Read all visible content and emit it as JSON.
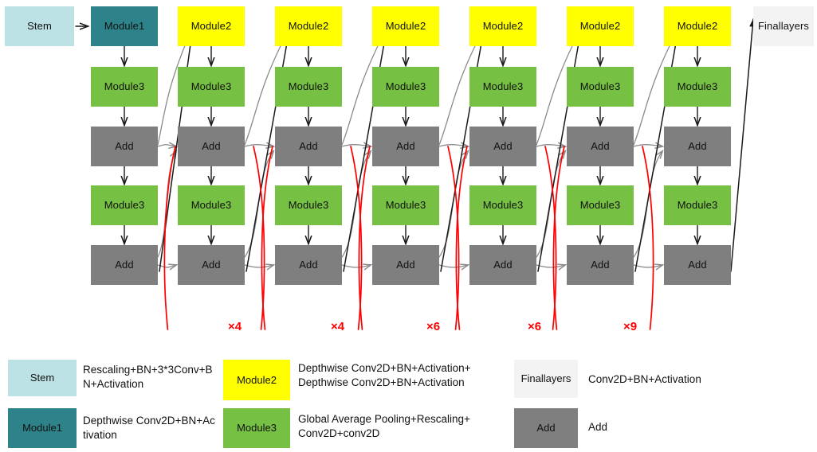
{
  "diagram": {
    "title": "Neural network architecture block diagram",
    "colors": {
      "stem": "#bce2e5",
      "module1": "#2e8289",
      "module2": "#ffff00",
      "module3": "#76c043",
      "add": "#7f7f7f",
      "final": "#f3f3f3",
      "repeat_marker": "#ff0000",
      "arrow_black": "#1a1a1a",
      "arrow_gray": "#808080"
    },
    "entry": {
      "label": "Stem"
    },
    "exit": {
      "label": "Final\nlayers",
      "line1": "Final",
      "line2": "layers"
    },
    "row_labels": {
      "module3": "Module3",
      "add": "Add"
    },
    "columns": [
      {
        "head": "Module1",
        "head_type": "module1",
        "rows": [
          "Module3",
          "Add",
          "Module3",
          "Add"
        ]
      },
      {
        "head": "Module2",
        "head_type": "module2",
        "rows": [
          "Module3",
          "Add",
          "Module3",
          "Add"
        ]
      },
      {
        "head": "Module2",
        "head_type": "module2",
        "rows": [
          "Module3",
          "Add",
          "Module3",
          "Add"
        ]
      },
      {
        "head": "Module2",
        "head_type": "module2",
        "rows": [
          "Module3",
          "Add",
          "Module3",
          "Add"
        ]
      },
      {
        "head": "Module2",
        "head_type": "module2",
        "rows": [
          "Module3",
          "Add",
          "Module3",
          "Add"
        ]
      },
      {
        "head": "Module2",
        "head_type": "module2",
        "rows": [
          "Module3",
          "Add",
          "Module3",
          "Add"
        ]
      },
      {
        "head": "Module2",
        "head_type": "module2",
        "rows": [
          "Module3",
          "Add",
          "Module3",
          "Add"
        ]
      }
    ],
    "repeats": [
      {
        "label": "×4"
      },
      {
        "label": "×4"
      },
      {
        "label": "×6"
      },
      {
        "label": "×6"
      },
      {
        "label": "×9"
      }
    ]
  },
  "legend": {
    "items": [
      {
        "swatch": "Stem",
        "type": "stem",
        "desc": "Rescaling+BN+3*3Conv+B\nN+Activation"
      },
      {
        "swatch": "Module1",
        "type": "module1",
        "desc": "Depthwise Conv2D+BN+Ac\ntivation"
      },
      {
        "swatch": "Module2",
        "type": "module2",
        "desc": "Depthwise Conv2D+BN+Activation+\nDepthwise Conv2D+BN+Activation"
      },
      {
        "swatch": "Module3",
        "type": "module3",
        "desc": "Global Average Pooling+Rescaling+\nConv2D+conv2D"
      },
      {
        "swatch": "Final\nlayers",
        "type": "final",
        "desc": "Conv2D+BN+Activation"
      },
      {
        "swatch": "Add",
        "type": "add",
        "desc": "Add"
      }
    ]
  }
}
